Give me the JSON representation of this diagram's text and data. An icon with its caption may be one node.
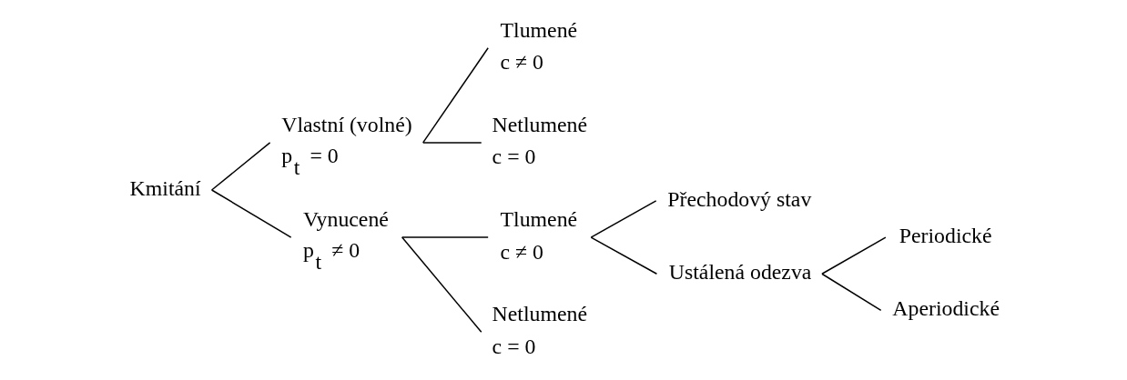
{
  "diagram": {
    "nodes": [
      {
        "text": [
          "Kmitání"
        ]
      },
      {
        "text": [
          "Vlastní (volné)",
          "p$_{t}$ = 0"
        ]
      },
      {
        "text": [
          "Tlumené",
          "c ≠ 0"
        ]
      },
      {
        "text": [
          "Netlumené",
          "c = 0"
        ]
      },
      {
        "text": [
          "Vynucené",
          "p$_{t}$ ≠ 0"
        ]
      },
      {
        "text": [
          "Tlumené",
          "c ≠ 0"
        ]
      },
      {
        "text": [
          "Netlumené",
          "c = 0"
        ]
      },
      {
        "text": [
          "Přechodový stav"
        ]
      },
      {
        "text": [
          "Ustálená odezva"
        ]
      },
      {
        "text": [
          "Periodické"
        ]
      },
      {
        "text": [
          "Aperiodické"
        ]
      }
    ],
    "edges": [
      {
        "from": 0,
        "to": 1,
        "arrow": "none"
      },
      {
        "from": 0,
        "to": 4,
        "arrow": "none"
      },
      {
        "from": 1,
        "to": 2,
        "arrow": "none"
      },
      {
        "from": 1,
        "to": 3,
        "arrow": "none"
      },
      {
        "from": 4,
        "to": 5,
        "arrow": "none"
      },
      {
        "from": 4,
        "to": 6,
        "arrow": "none"
      },
      {
        "from": 5,
        "to": 7,
        "arrow": "none"
      },
      {
        "from": 5,
        "to": 8,
        "arrow": "none"
      },
      {
        "from": 8,
        "to": 9,
        "arrow": "none"
      },
      {
        "from": 8,
        "to": 10,
        "arrow": "none"
      }
    ]
  }
}
